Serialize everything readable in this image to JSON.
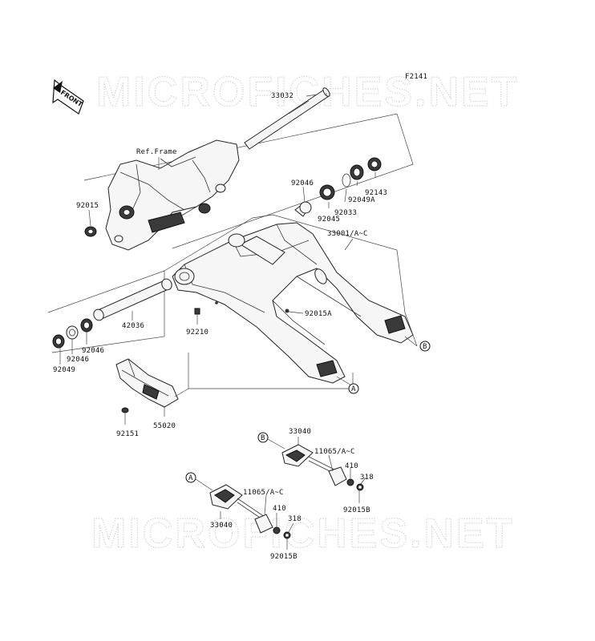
{
  "figure_code": "F2141",
  "front_badge": "FRONT",
  "watermark": "MICROFICHES.NET",
  "callouts": {
    "a": "A",
    "b": "B"
  },
  "labels": {
    "p33032": "33032",
    "ref_frame": "Ref.Frame",
    "p92015": "92015",
    "p92046_top": "92046",
    "p92045": "92045",
    "p92033": "92033",
    "p92049a": "92049A",
    "p92143": "92143",
    "p33001": "33001/A~C",
    "p92015a": "92015A",
    "p42036": "42036",
    "p92210": "92210",
    "p92049": "92049",
    "p92046_l1": "92046",
    "p92046_l2": "92046",
    "p55020": "55020",
    "p92151": "92151",
    "p33040_b": "33040",
    "p11065_b": "11065/A~C",
    "p410_b": "410",
    "p318_b": "318",
    "p92015b_b": "92015B",
    "p33040_a": "33040",
    "p11065_a": "11065/A~C",
    "p410_a": "410",
    "p318_a": "318",
    "p92015b_a": "92015B"
  }
}
